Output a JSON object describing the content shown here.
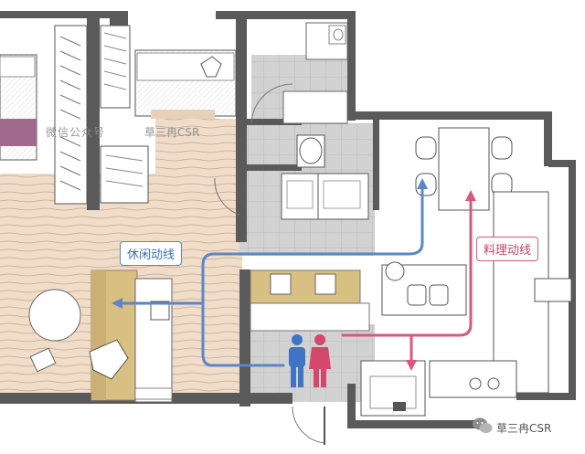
{
  "labels": {
    "leisure_route": "休闲动线",
    "cooking_route": "料理动线"
  },
  "watermarks": {
    "left": "微信公众号",
    "right": "草三冉CSR",
    "bottom": "草三冉CSR"
  },
  "icons": [
    "wechat-icon",
    "male-person-icon",
    "female-person-icon",
    "bed-icon",
    "sofa-icon",
    "sink-icon",
    "toilet-icon"
  ],
  "colors": {
    "leisure_route": "#5b86c8",
    "cooking_route": "#d9587b",
    "wood_floor": "#efdcc9",
    "tile_floor": "#cfcfcf",
    "wall": "#5a5a5a",
    "furniture_tan": "#d8bf82",
    "man": "#3f73c4",
    "woman": "#d6476d"
  }
}
